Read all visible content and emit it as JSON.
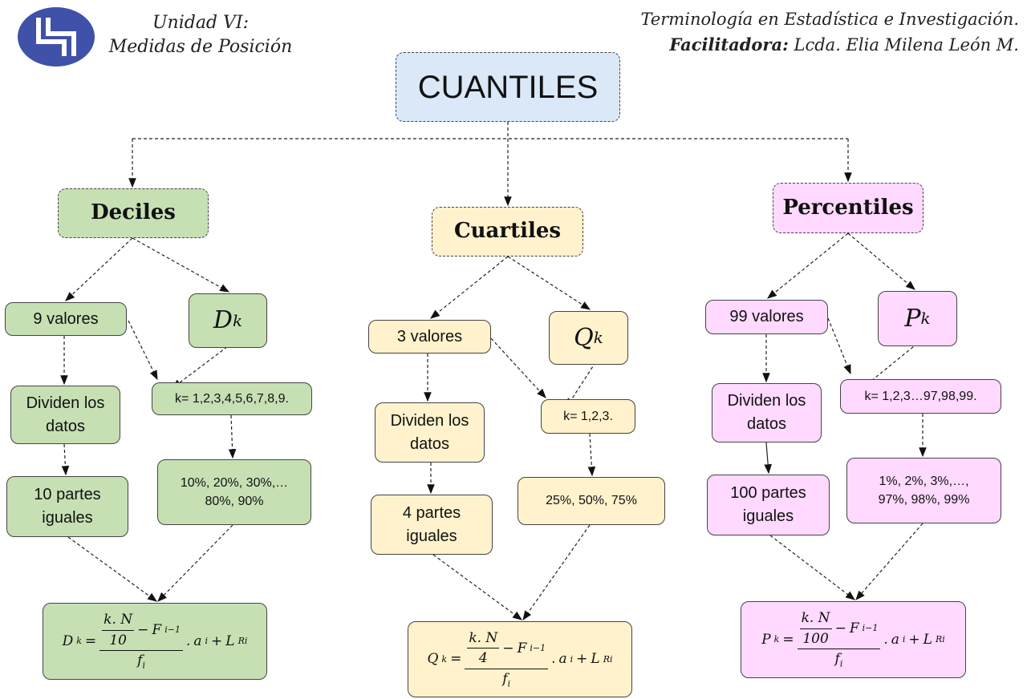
{
  "header": {
    "unit": "Unidad VI:",
    "unit_subtitle": "Medidas de Posición",
    "course": "Terminología en Estadística e Investigación.",
    "facilitator_label": "Facilitadora:",
    "facilitator": "Lcda. Elia Milena León M.",
    "logo_color": "#3f51a8"
  },
  "title": "CUANTILES",
  "deciles": {
    "title": "Deciles",
    "count": "9 valores",
    "symbol": "D",
    "sub": "k",
    "divide": "Dividen los datos",
    "k_values": "k= 1,2,3,4,5,6,7,8,9.",
    "parts": "10 partes iguales",
    "percents": "10%, 20%, 30%,… 80%, 90%",
    "formula": {
      "lhs": "D",
      "divisor": "10"
    }
  },
  "cuartiles": {
    "title": "Cuartiles",
    "count": "3 valores",
    "symbol": "Q",
    "sub": "k",
    "divide": "Dividen los datos",
    "k_values": "k= 1,2,3.",
    "parts": "4 partes iguales",
    "percents": "25%, 50%, 75%",
    "formula": {
      "lhs": "Q",
      "divisor": "4"
    }
  },
  "percentiles": {
    "title": "Percentiles",
    "count": "99 valores",
    "symbol": "P",
    "sub": "k",
    "divide": "Dividen los datos",
    "k_values": "k= 1,2,3…97,98,99.",
    "parts": "100 partes iguales",
    "percents": "1%, 2%, 3%,…, 97%, 98%, 99%",
    "formula": {
      "lhs": "P",
      "divisor": "100"
    }
  },
  "formula_parts": {
    "kN": "k. N",
    "minus": "−",
    "F": "F",
    "F_sub": "i−1",
    "f": "f",
    "f_sub": "i",
    "dot": ".",
    "a": "a",
    "a_sub": "i",
    "plus": "+",
    "L": "L",
    "L_sub": "Ri",
    "eq": "=",
    "k": "k"
  },
  "colors": {
    "green": "#c6e0b4",
    "yellow": "#fff2cc",
    "pink": "#ffd9ff",
    "blue": "#dae8f7"
  }
}
